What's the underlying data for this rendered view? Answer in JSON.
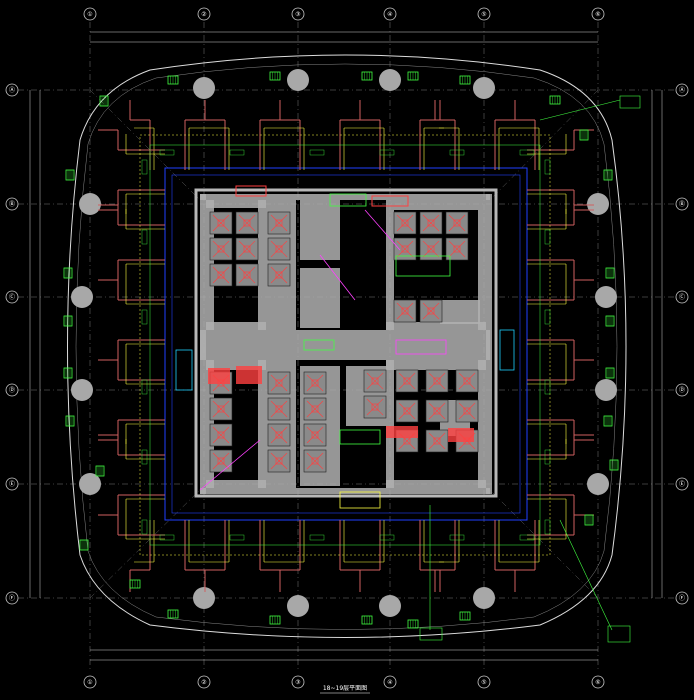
{
  "drawing": {
    "caption": "18~19层平面图",
    "background": "#000000",
    "colors": {
      "grid": "#c8c8c8",
      "column": "#a8a8a8",
      "core": "#b0b0b0",
      "duct": "#ff4040",
      "duct_alt": "#d06060",
      "pipe": "#ffff40",
      "equipment": "#40ff40",
      "outline": "#dcdcdc",
      "blue": "#2040ff",
      "cyan": "#20d0ff",
      "magenta": "#ff40ff",
      "label": "#ff2060"
    },
    "grid_top": [
      "①",
      "②",
      "③",
      "④",
      "⑤",
      "⑥"
    ],
    "grid_left": [
      "Ⓐ",
      "Ⓑ",
      "Ⓒ",
      "Ⓓ",
      "Ⓔ",
      "Ⓕ"
    ],
    "grid_right": [
      "Ⓐ",
      "Ⓑ",
      "Ⓒ",
      "Ⓓ",
      "Ⓔ",
      "Ⓕ"
    ],
    "grid_bottom": [
      "①",
      "②",
      "③",
      "④",
      "⑤",
      "⑥"
    ]
  }
}
